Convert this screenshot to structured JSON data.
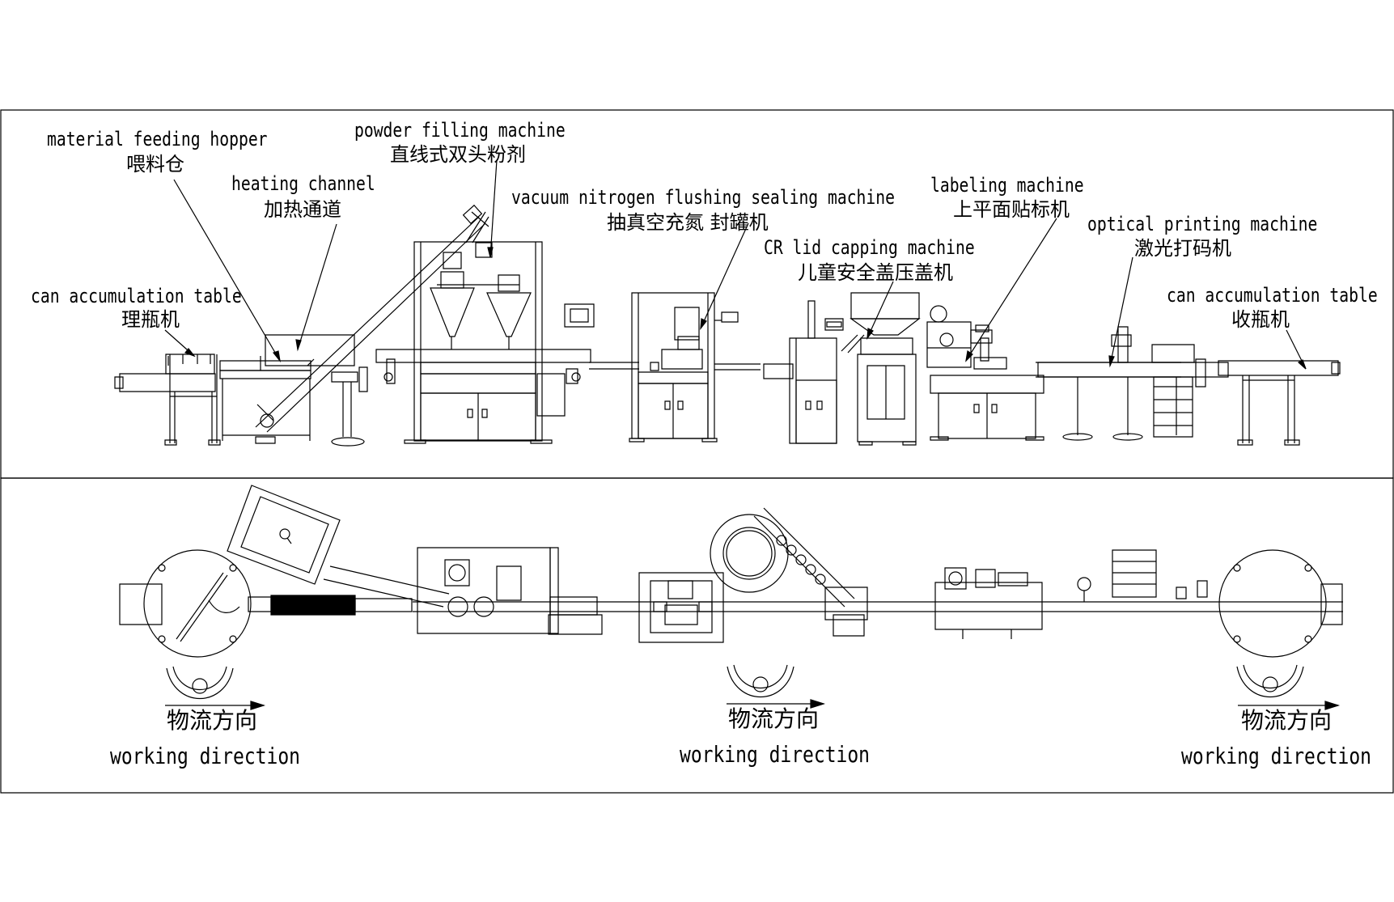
{
  "labels": {
    "material_feeding_hopper": {
      "en": "material feeding hopper",
      "zh": "喂料仓"
    },
    "heating_channel": {
      "en": "heating channel",
      "zh": "加热通道"
    },
    "powder_filling_machine": {
      "en": "powder filling machine",
      "zh": "直线式双头粉剂"
    },
    "vacuum_sealing_machine": {
      "en": "vacuum nitrogen flushing sealing machine",
      "zh": "抽真空充氮 封罐机"
    },
    "cr_lid_capping_machine": {
      "en": "CR lid capping machine",
      "zh": "儿童安全盖压盖机"
    },
    "labeling_machine": {
      "en": "labeling machine",
      "zh": "上平面贴标机"
    },
    "optical_printing_machine": {
      "en": "optical printing machine",
      "zh": "激光打码机"
    },
    "can_accumulation_table_left": {
      "en": "can accumulation table",
      "zh": "理瓶机"
    },
    "can_accumulation_table_right": {
      "en": "can accumulation table",
      "zh": "收瓶机"
    }
  },
  "directions": [
    {
      "zh": "物流方向",
      "en": "working direction"
    },
    {
      "zh": "物流方向",
      "en": "working direction"
    },
    {
      "zh": "物流方向",
      "en": "working direction"
    }
  ]
}
